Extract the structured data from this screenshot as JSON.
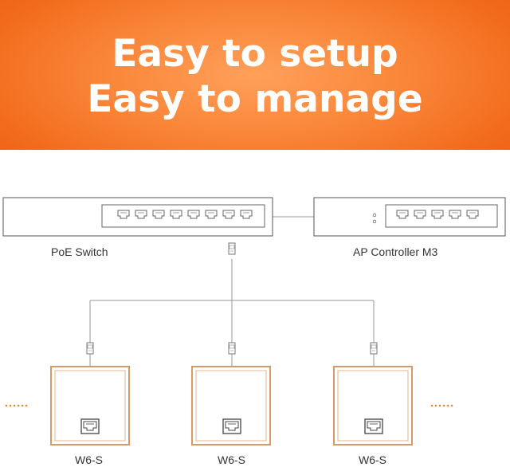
{
  "banner": {
    "line1": "Easy to setup",
    "line2": "Easy to manage",
    "color": "#f47a2b"
  },
  "devices": {
    "poe_switch": {
      "label": "PoE Switch",
      "ports": 8
    },
    "ap_controller": {
      "label": "AP Controller M3",
      "ports": 5
    },
    "access_points": [
      {
        "label": "W6-S"
      },
      {
        "label": "W6-S"
      },
      {
        "label": "W6-S"
      }
    ]
  },
  "colors": {
    "device_outline": "#555555",
    "ap_frame": "#d49a6a",
    "ellipsis": "#e0883a",
    "cable": "#9a9a9a"
  }
}
